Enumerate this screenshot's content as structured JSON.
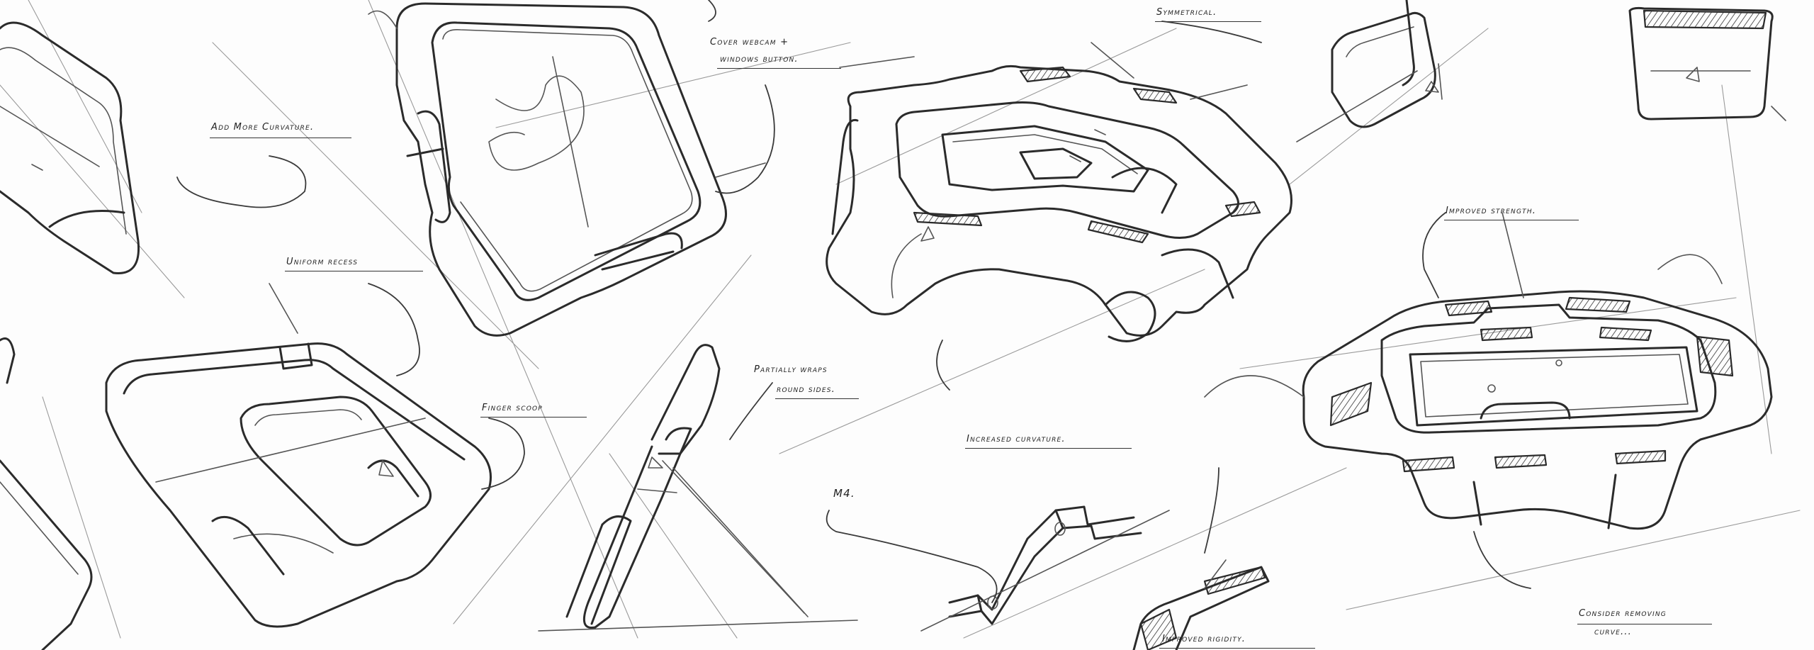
{
  "annotations": {
    "add_more_curvature": "Add More Curvature.",
    "webcam_windows_line1": "Cover webcam +",
    "webcam_windows_line2": "windows button.",
    "symmetrical": "Symmetrical.",
    "improved_strength": "Improved strength.",
    "uniform_recess": "Uniform recess",
    "finger_scoop": "Finger scoop",
    "partially_wraps_line1": "Partially wraps",
    "partially_wraps_line2": "round sides.",
    "increased_curvature": "Increased curvature.",
    "m4": "M4.",
    "improved_rigidity": "Improved rigidity.",
    "consider_removing_line1": "Consider removing",
    "consider_removing_line2": "curve..."
  }
}
